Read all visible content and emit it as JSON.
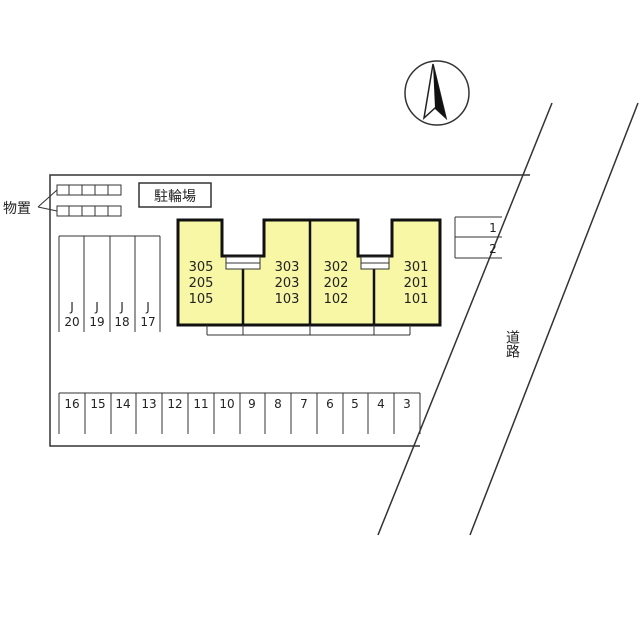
{
  "storage": {
    "label": "物置"
  },
  "bike_parking": {
    "label": "駐輪場"
  },
  "road": {
    "label": "道路"
  },
  "compass": {
    "symbol": "north-arrow"
  },
  "building_units": [
    [
      "305",
      "205",
      "105"
    ],
    [
      "303",
      "203",
      "103"
    ],
    [
      "302",
      "202",
      "102"
    ],
    [
      "301",
      "201",
      "101"
    ]
  ],
  "parking_bottom": [
    "16",
    "15",
    "14",
    "13",
    "12",
    "11",
    "10",
    "9",
    "8",
    "7",
    "6",
    "5",
    "4",
    "3"
  ],
  "parking_left": [
    {
      "number": "20",
      "mark": "J"
    },
    {
      "number": "19",
      "mark": "J"
    },
    {
      "number": "18",
      "mark": "J"
    },
    {
      "number": "17",
      "mark": "J"
    }
  ],
  "parking_right": [
    "1",
    "2"
  ],
  "colors": {
    "building_fill": "#f7f7a6",
    "outline": "#333333",
    "building_border": "#111111"
  }
}
